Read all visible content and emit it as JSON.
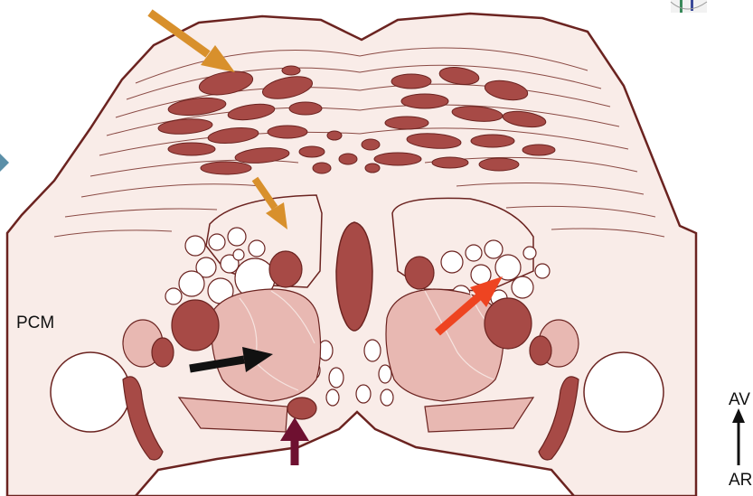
{
  "labels": {
    "pcm": "PCM",
    "av": "AV",
    "ar": "AR"
  },
  "colors": {
    "tissue": "#f9ece8",
    "muscle": "#a74a46",
    "muscle_light": "#e8b8b2",
    "muscle_pale": "#d99a94",
    "outline": "#6b2320",
    "arrow_orange": "#d8902c",
    "arrow_red": "#ee4421",
    "arrow_black": "#111111",
    "arrow_maroon": "#6e1030",
    "arrow_blue": "#5b8fa8"
  },
  "arrows": [
    {
      "name": "orange-arrow-top",
      "color": "arrow_orange"
    },
    {
      "name": "orange-arrow-mid",
      "color": "arrow_orange"
    },
    {
      "name": "red-arrow",
      "color": "arrow_red"
    },
    {
      "name": "black-arrow",
      "color": "arrow_black"
    },
    {
      "name": "maroon-arrow",
      "color": "arrow_maroon"
    },
    {
      "name": "blue-arrowhead",
      "color": "arrow_blue"
    }
  ]
}
